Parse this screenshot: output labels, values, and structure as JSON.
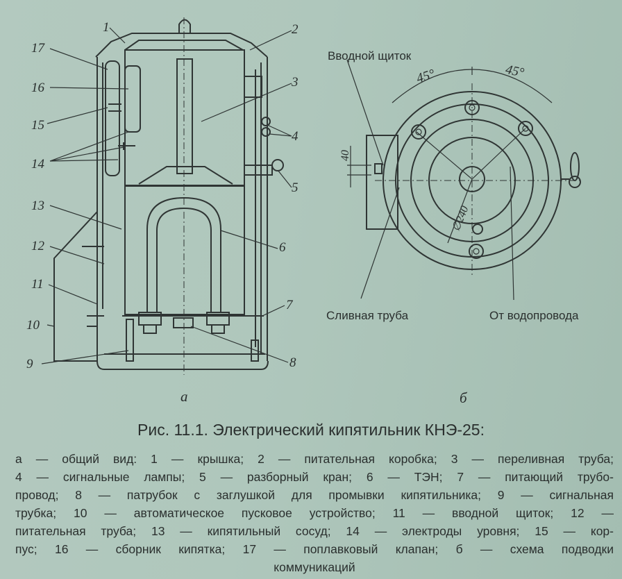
{
  "figure": {
    "part_a": {
      "label": "а",
      "callouts": [
        "1",
        "2",
        "3",
        "4",
        "5",
        "6",
        "7",
        "8",
        "9",
        "10",
        "11",
        "12",
        "13",
        "14",
        "15",
        "16",
        "17"
      ]
    },
    "part_b": {
      "label": "б",
      "labels": {
        "input_panel": "Вводной щиток",
        "drain_pipe": "Сливная труба",
        "from_water": "От водопровода",
        "angle_left": "45°",
        "angle_right": "45°",
        "dim_40": "40",
        "dim_240": "∅240"
      }
    }
  },
  "caption": {
    "title": "Рис. 11.1. Электрический кипятильник КНЭ-25:",
    "lines": [
      "а — общий вид: 1 — крышка; 2 — питательная коробка; 3 — переливная труба;",
      "4 — сигнальные лампы; 5 — разборный кран; 6 — ТЭН; 7 — питающий трубо-",
      "провод; 8 — патрубок с заглушкой для промывки кипятильника; 9 — сигнальная",
      "трубка; 10 — автоматическое пусковое устройство; 11 — вводной щиток; 12 —",
      "питательная труба; 13 — кипятильный сосуд; 14 — электроды уровня; 15 — кор-",
      "пус; 16 — сборник кипятка; 17 — поплавковый клапан; б — схема подводки",
      "коммуникаций"
    ]
  }
}
